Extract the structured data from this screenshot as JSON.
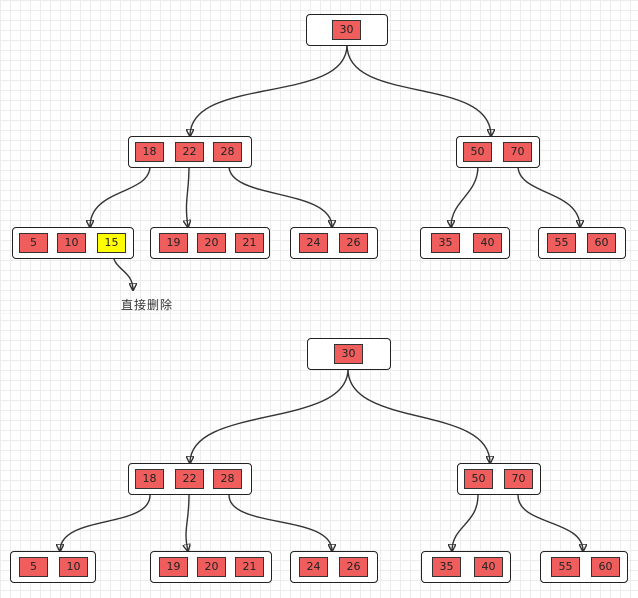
{
  "colors": {
    "key_fill": "#ef5d5d",
    "highlight_fill": "#ffff00",
    "edge": "#333333",
    "node_border": "#222222"
  },
  "top": {
    "root": [
      "30"
    ],
    "mid_left": [
      "18",
      "22",
      "28"
    ],
    "mid_right": [
      "50",
      "70"
    ],
    "leaf_1": [
      "5",
      "10",
      "15"
    ],
    "leaf_2": [
      "19",
      "20",
      "21"
    ],
    "leaf_3": [
      "24",
      "26"
    ],
    "leaf_4": [
      "35",
      "40"
    ],
    "leaf_5": [
      "55",
      "60"
    ],
    "annotation": "直接删除"
  },
  "bottom": {
    "root": [
      "30"
    ],
    "mid_left": [
      "18",
      "22",
      "28"
    ],
    "mid_right": [
      "50",
      "70"
    ],
    "leaf_1": [
      "5",
      "10"
    ],
    "leaf_2": [
      "19",
      "20",
      "21"
    ],
    "leaf_3": [
      "24",
      "26"
    ],
    "leaf_4": [
      "35",
      "40"
    ],
    "leaf_5": [
      "55",
      "60"
    ]
  }
}
